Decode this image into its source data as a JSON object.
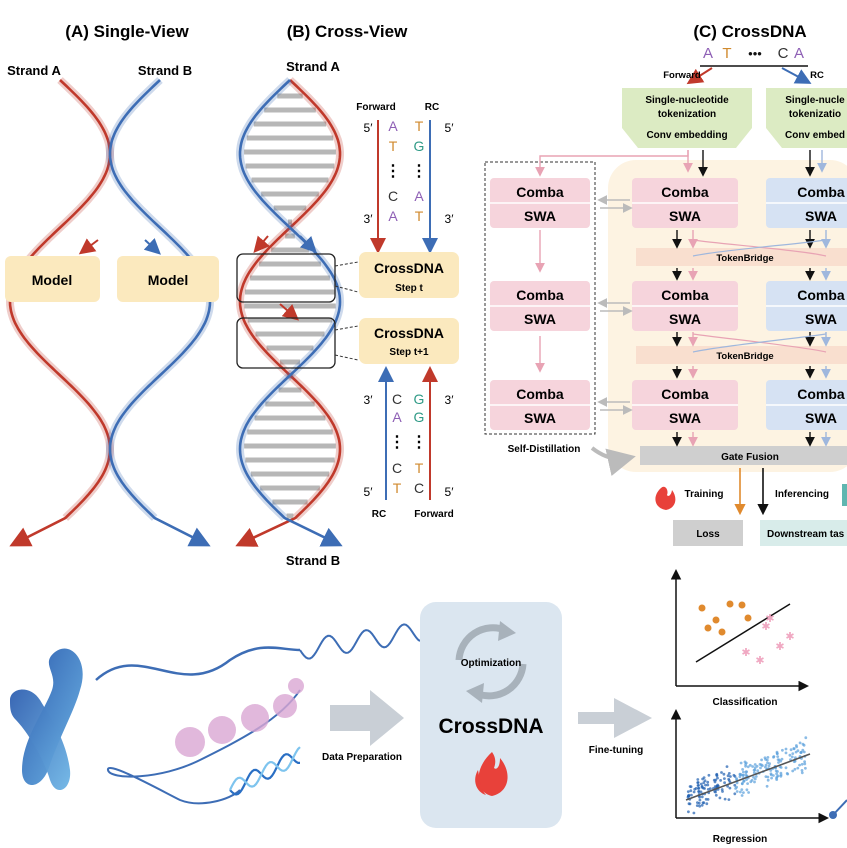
{
  "panels": {
    "a_title": "(A) Single-View",
    "b_title": "(B) Cross-View",
    "c_title": "(C) CrossDNA"
  },
  "panel_a": {
    "strand_a": "Strand A",
    "strand_b": "Strand B",
    "model_left": "Model",
    "model_right": "Model"
  },
  "panel_b": {
    "strand_a": "Strand A",
    "strand_b": "Strand B",
    "forward": "Forward",
    "rc": "RC",
    "prime5": "5′",
    "prime3": "3′",
    "top_forward_bases": [
      "A",
      "T",
      "C",
      "A"
    ],
    "top_rc_bases": [
      "T",
      "G",
      "A",
      "T"
    ],
    "bottom_rc_bases": [
      "C",
      "A",
      "C",
      "T"
    ],
    "bottom_forward_bases": [
      "G",
      "G",
      "T",
      "C"
    ],
    "step_t_title": "CrossDNA",
    "step_t_sub": "Step t",
    "step_t1_title": "CrossDNA",
    "step_t1_sub": "Step t+1",
    "ellipsis": "⋮"
  },
  "panel_c": {
    "sequence": [
      "A",
      "T",
      "•••",
      "C",
      "A"
    ],
    "forward": "Forward",
    "rc": "RC",
    "tok_left_l1": "Single-nucleotide",
    "tok_left_l2": "tokenization",
    "tok_right_l1": "Single-nucle",
    "tok_right_l2": "tokenizatio",
    "conv_left": "Conv embedding",
    "conv_right": "Conv embed",
    "comba": "Comba",
    "comba_cut": "Comba",
    "swa": "SWA",
    "tokenbridge": "TokenBridge",
    "gate_fusion": "Gate Fusion",
    "self_distillation": "Self-Distillation",
    "training": "Training",
    "inferencing": "Inferencing",
    "loss": "Loss",
    "downstream": "Downstream tas"
  },
  "bottom": {
    "data_preparation": "Data Preparation",
    "optimization": "Optimization",
    "crossdna": "CrossDNA",
    "fine_tuning": "Fine-tuning",
    "classification": "Classification",
    "regression": "Regression"
  },
  "colors": {
    "red_strand": "#c0392b",
    "blue_strand": "#3d6db5",
    "model_box": "#fbe9be",
    "pink_block": "#f6d4dc",
    "blue_block": "#d6e2f3",
    "token_green": "#dcebc3",
    "bridge": "#f9dfcf",
    "gate": "#cfcfcf",
    "cross_box": "#dbe6f0"
  }
}
